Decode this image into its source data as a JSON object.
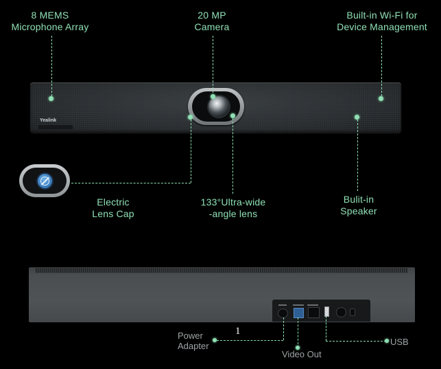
{
  "callouts": {
    "mics": {
      "line1": "8 MEMS",
      "line2": "Microphone Array"
    },
    "camera": {
      "line1": "20 MP",
      "line2": "Camera"
    },
    "wifi": {
      "line1": "Built-in Wi-Fi for",
      "line2": "Device Management"
    },
    "lens_cap": {
      "line1": "Electric",
      "line2": "Lens Cap"
    },
    "ultrawide": {
      "line1": "133°Ultra-wide",
      "line2": "-angle lens"
    },
    "speaker": {
      "line1": "Bulit-in",
      "line2": "Speaker"
    }
  },
  "brand": "Yealink",
  "rear": {
    "page_number": "1",
    "power": {
      "line1": "Power",
      "line2": "Adapter"
    },
    "video_out": "Video Out",
    "usb": "USB"
  },
  "colors": {
    "accent": "#8fe0b4",
    "background": "#000000",
    "rear_label": "#9ea4a6",
    "lens_cap_button": "#3d7fc2"
  }
}
